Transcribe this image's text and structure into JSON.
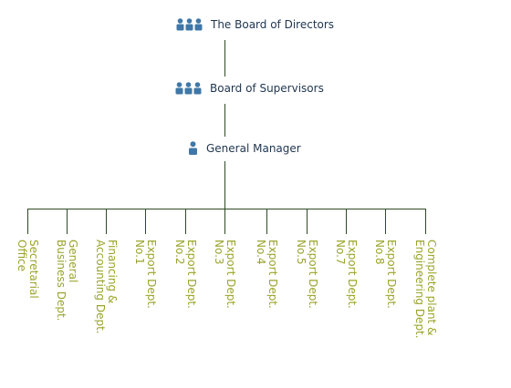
{
  "board": {
    "title": "The Board of Directors",
    "icon": "group-icon"
  },
  "supervisors": {
    "title": "Board of Supervisors",
    "icon": "group-icon"
  },
  "manager": {
    "title": "General Manager",
    "icon": "person-icon"
  },
  "departments": [
    {
      "label": "Secretarial\nOffice"
    },
    {
      "label": "General\nBusiness Dept."
    },
    {
      "label": "Financing &\nAccounting Dept."
    },
    {
      "label": "Export Dept.\nNo.1"
    },
    {
      "label": "Export Dept.\nNo.2"
    },
    {
      "label": "Export Dept.\nNo.3"
    },
    {
      "label": "Export Dept.\nNo.4"
    },
    {
      "label": "Export Dept.\nNo.5"
    },
    {
      "label": "Export Dept.\nNo.7"
    },
    {
      "label": "Export Dept.\nNo.8"
    },
    {
      "label": "Complete plant &\nEngineering Dept."
    }
  ],
  "colors": {
    "node_text": "#1f3550",
    "icon": "#3f78a8",
    "line": "#2f4a25",
    "dept_text": "#9aa42a"
  }
}
